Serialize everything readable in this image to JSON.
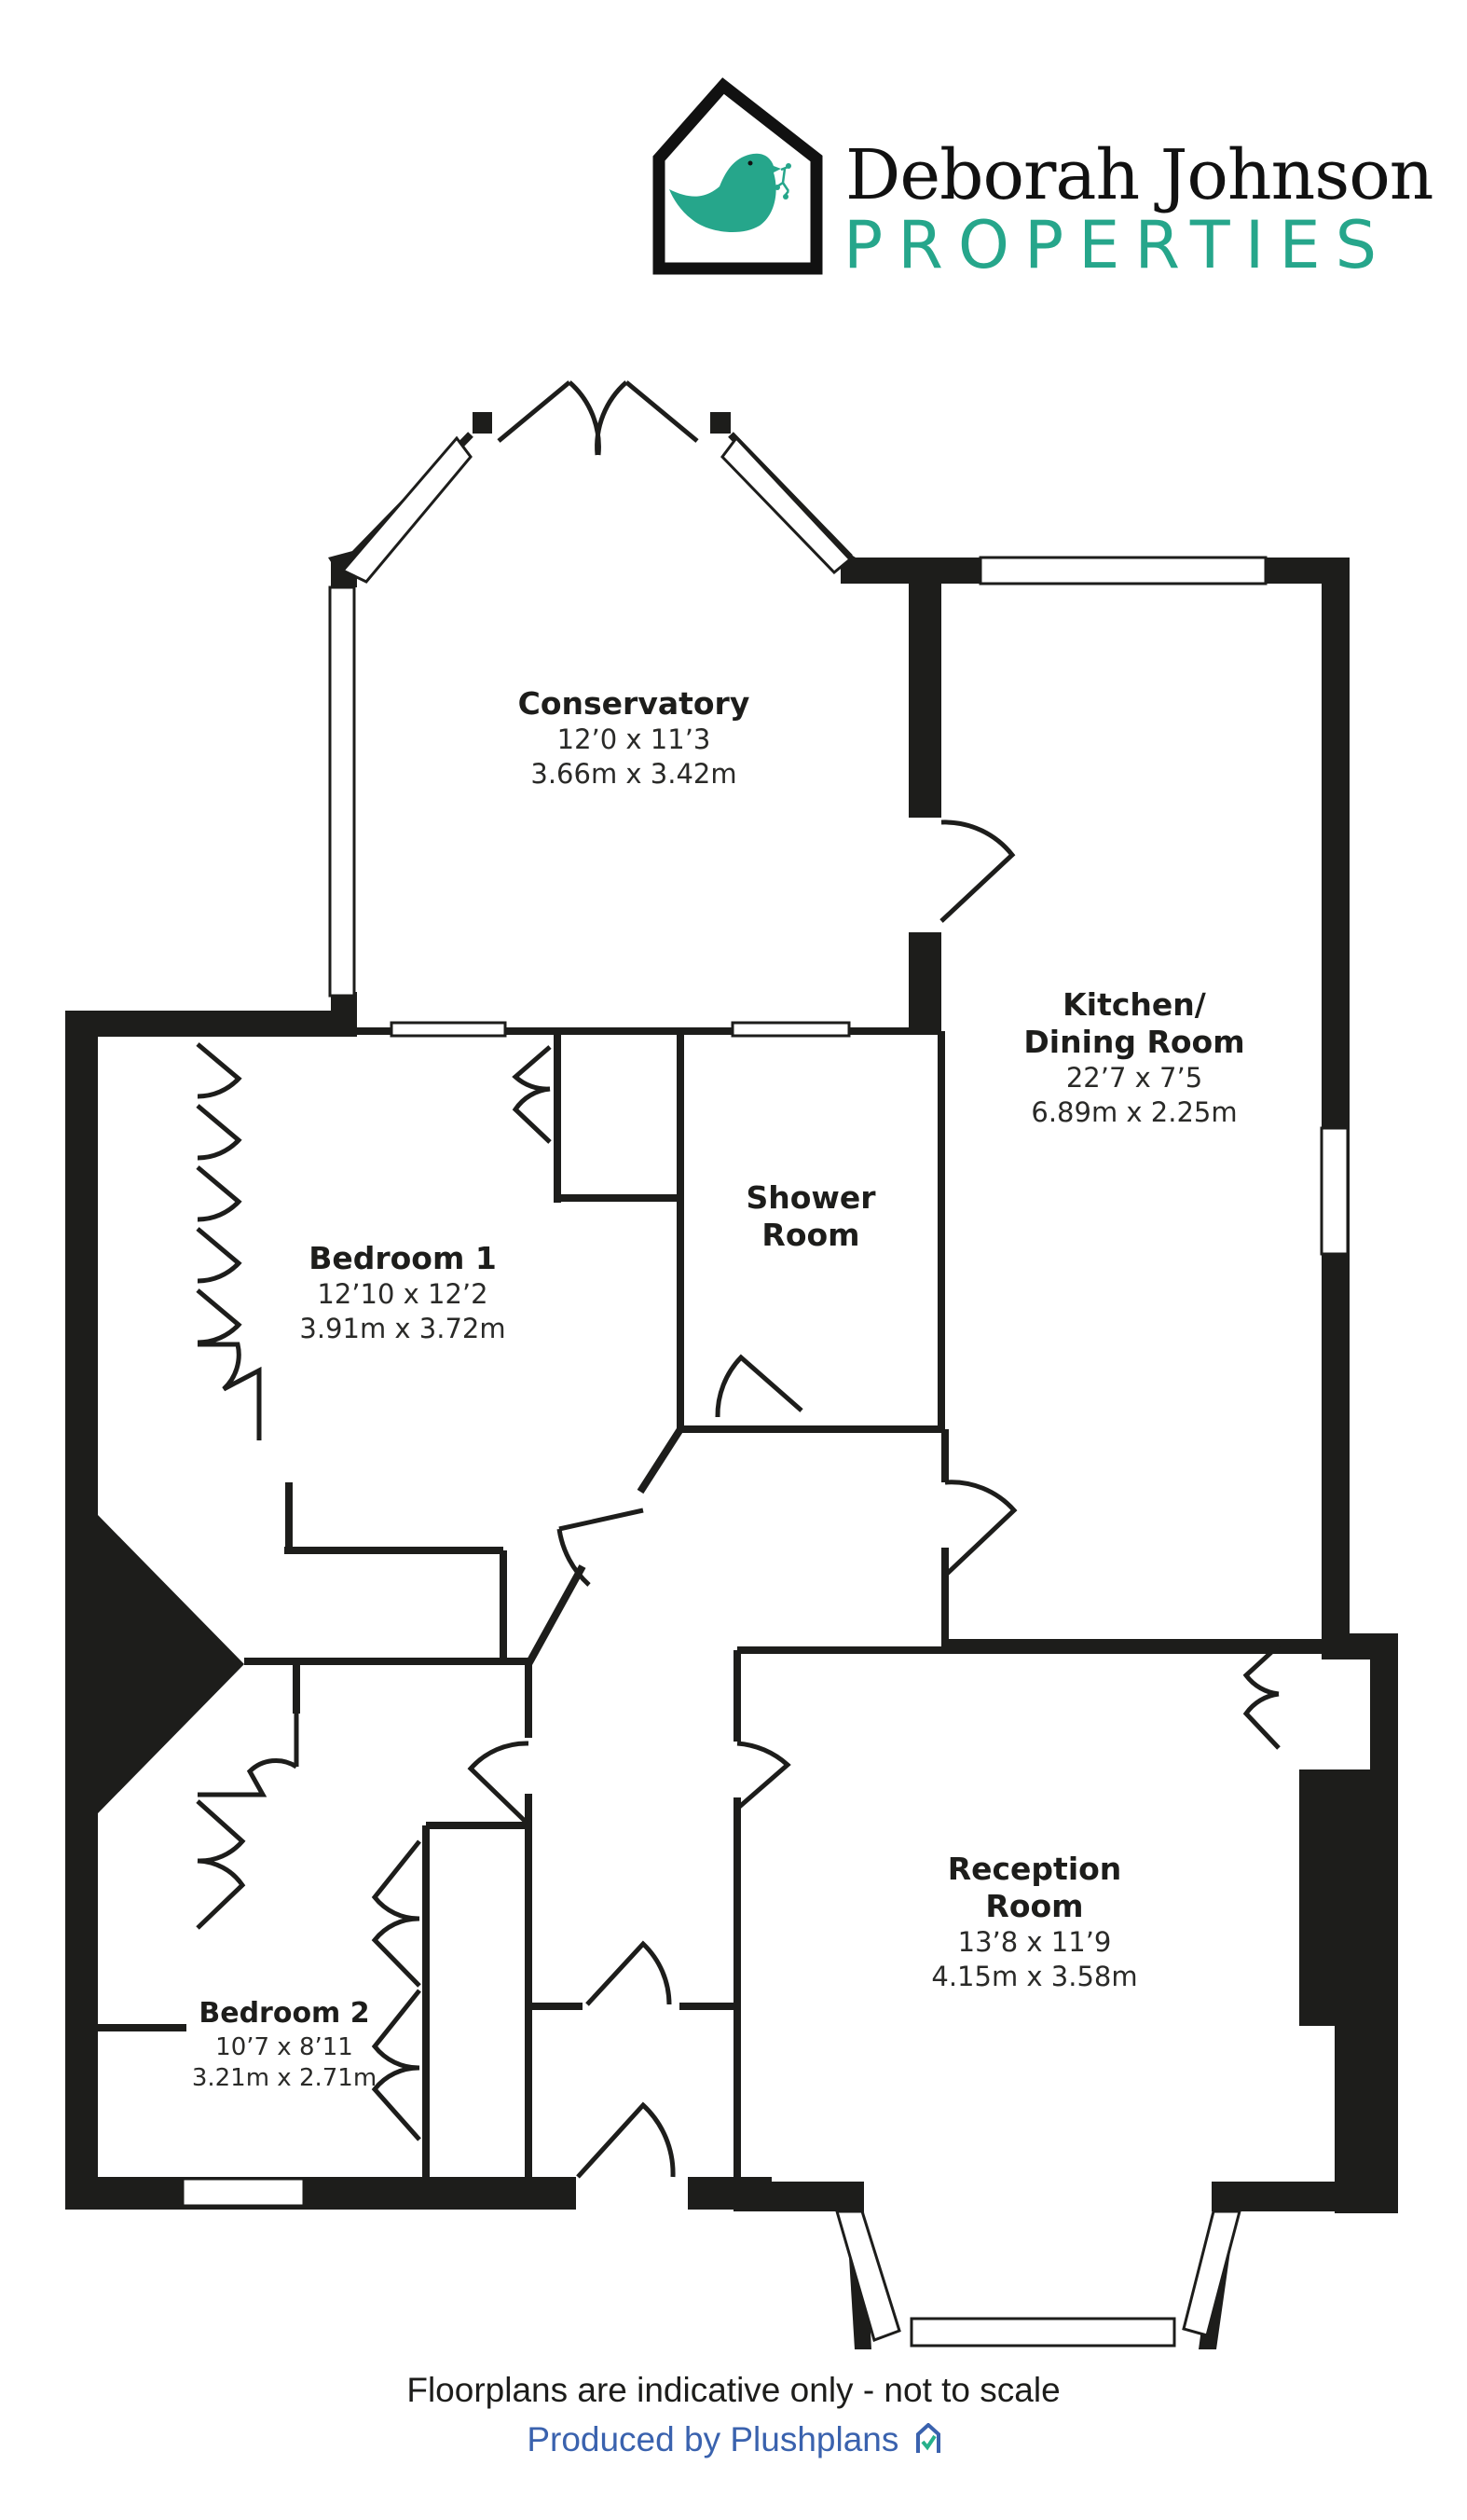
{
  "brand": {
    "name_line1": "Deborah Johnson",
    "name_line2": "PROPERTIES",
    "logo_icon": "house-with-bird-icon",
    "colors": {
      "teal": "#26a68b",
      "black": "#111111"
    }
  },
  "rooms": [
    {
      "id": "conservatory",
      "name": "Conservatory",
      "imperial": "12’0 x 11’3",
      "metric": "3.66m x 3.42m"
    },
    {
      "id": "kitchen",
      "name_line1": "Kitchen/",
      "name_line2": "Dining Room",
      "imperial": "22’7 x 7’5",
      "metric": "6.89m x 2.25m"
    },
    {
      "id": "shower",
      "name_line1": "Shower",
      "name_line2": "Room"
    },
    {
      "id": "bedroom1",
      "name": "Bedroom 1",
      "imperial": "12’10 x 12’2",
      "metric": "3.91m x 3.72m"
    },
    {
      "id": "bedroom2",
      "name": "Bedroom 2",
      "imperial": "10’7 x 8’11",
      "metric": "3.21m x 2.71m"
    },
    {
      "id": "reception",
      "name_line1": "Reception",
      "name_line2": "Room",
      "imperial": "13’8 x 11’9",
      "metric": "4.15m x 3.58m"
    }
  ],
  "footer": {
    "disclaimer": "Floorplans are indicative only - not to scale",
    "credit": "Produced by Plushplans",
    "credit_icon": "plushplans-house-check-icon",
    "credit_color": "#3a62ae"
  },
  "colors": {
    "wall": "#1d1d1b",
    "window_glass": "#ffffff",
    "door_leaf": "#bdbdbd"
  }
}
